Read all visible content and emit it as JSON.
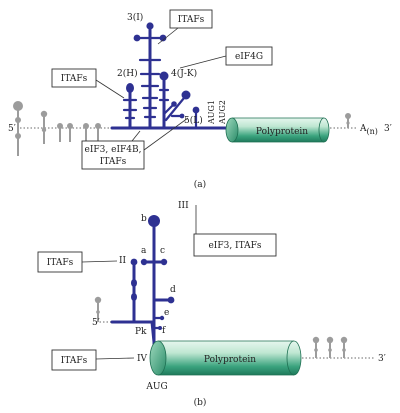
{
  "panel_a": {
    "domains": {
      "d1": "2(H)",
      "d2": "3(I)",
      "d3": "4(J-K)",
      "d4": "5(L)"
    },
    "boxes": {
      "itafs_top": "ITAFs",
      "eif4g": "eIF4G",
      "itafs_left": "ITAFs",
      "factors_line1": "eIF3, eIF4B,",
      "factors_line2": "ITAFs"
    },
    "aug1": "AUG1",
    "aug2": "AUG2",
    "five_prime": "5′",
    "three_prime": "3′",
    "polyprotein": "Polyprotein",
    "polya_base": "A",
    "polya_sub": "(n)",
    "caption": "(a)"
  },
  "panel_b": {
    "domains": {
      "II": "II",
      "III": "III",
      "IV": "IV"
    },
    "stems": {
      "a": "a",
      "b": "b",
      "c": "c",
      "d": "d",
      "e": "e",
      "f": "f"
    },
    "pk": "Pk",
    "boxes": {
      "itafs_left": "ITAFs",
      "eif3_itafs": "eIF3, ITAFs",
      "itafs_bottom": "ITAFs"
    },
    "aug": "AUG",
    "five_prime": "5′",
    "three_prime": "3′",
    "polyprotein": "Polyprotein",
    "caption": "(b)"
  },
  "colors": {
    "rna": "#2e3192",
    "cylinder_body": "#2f9e77",
    "cylinder_light": "#d8f1e6",
    "grey_hairpin": "#9c9c9c"
  }
}
